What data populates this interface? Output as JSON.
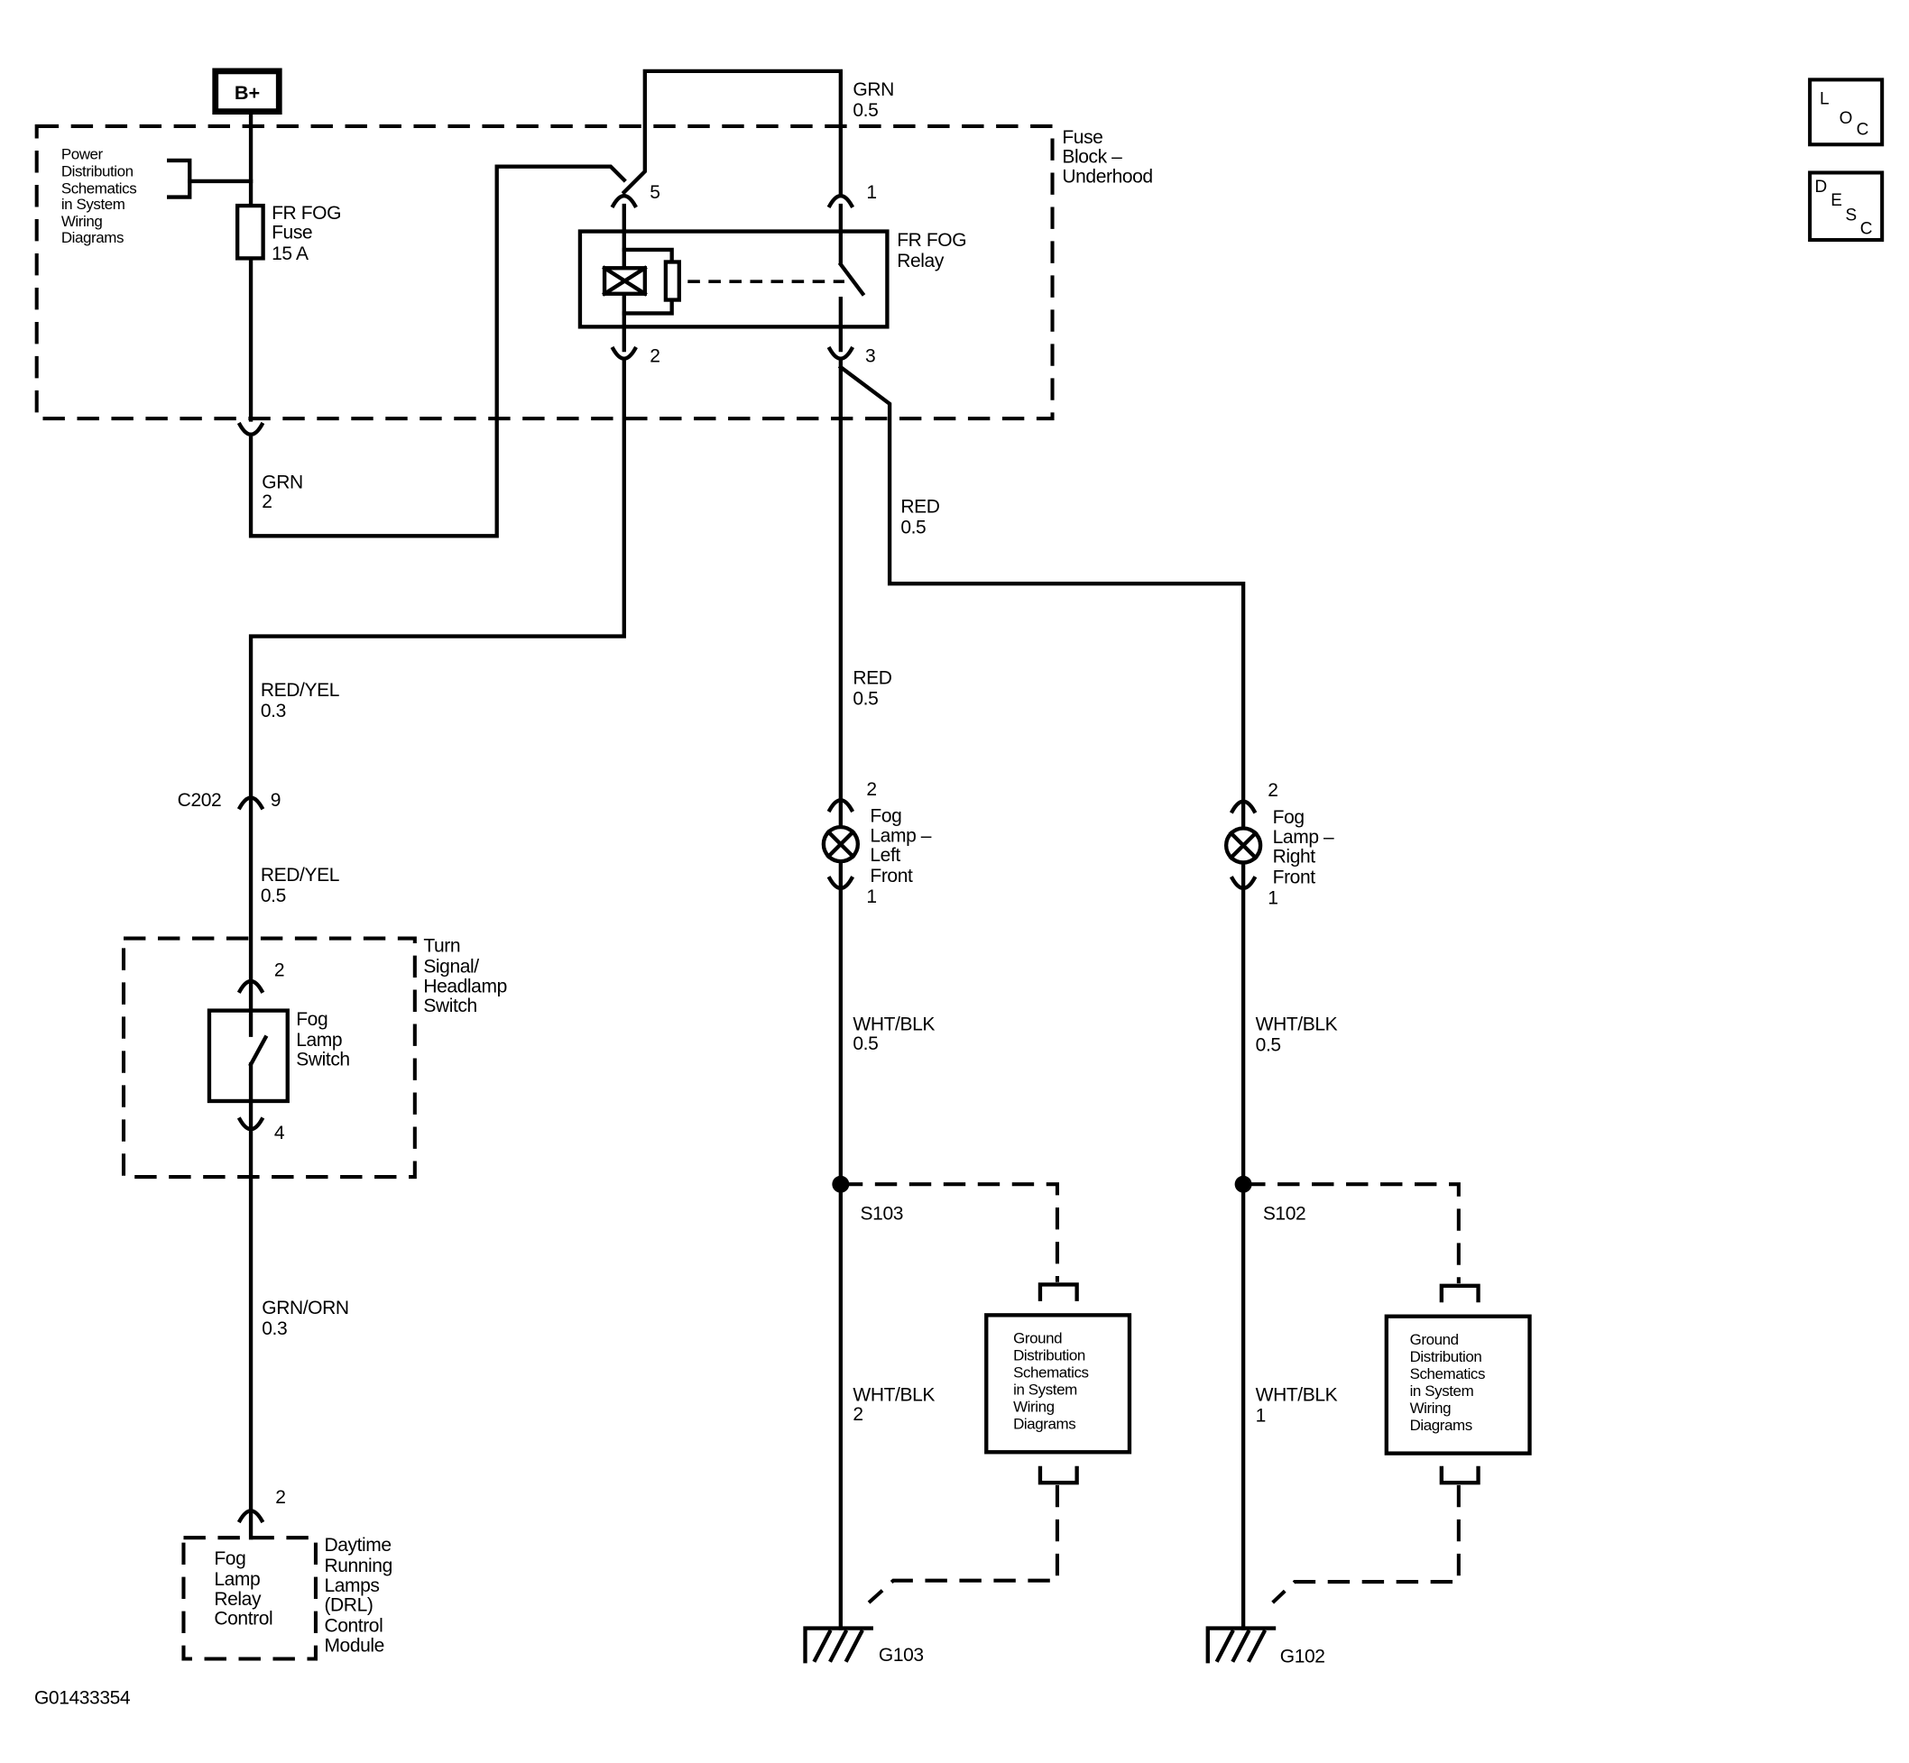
{
  "power_source": {
    "label": "B+"
  },
  "power_distribution_ref": {
    "lines": [
      "Power",
      "Distribution",
      "Schematics",
      "in System",
      "Wiring",
      "Diagrams"
    ]
  },
  "fuse": {
    "lines": [
      "FR FOG",
      "Fuse",
      "15 A"
    ]
  },
  "fuse_block": {
    "lines": [
      "Fuse",
      "Block –",
      "Underhood"
    ]
  },
  "relay": {
    "lines": [
      "FR FOG",
      "Relay"
    ],
    "pin_5": "5",
    "pin_1": "1",
    "pin_2": "2",
    "pin_3": "3"
  },
  "wires": {
    "relay_top_loop": {
      "color": "GRN",
      "size": "0.5"
    },
    "fuse_to_relay": {
      "color": "GRN",
      "size": "2"
    },
    "relay_to_c202": {
      "color": "RED/YEL",
      "size": "0.3"
    },
    "c202_to_switch": {
      "color": "RED/YEL",
      "size": "0.5"
    },
    "switch_to_drl": {
      "color": "GRN/ORN",
      "size": "0.3"
    },
    "relay_to_right_lamp": {
      "color": "RED",
      "size": "0.5"
    },
    "relay_to_left_lamp": {
      "color": "RED",
      "size": "0.5"
    },
    "left_lamp_to_splice": {
      "color": "WHT/BLK",
      "size": "0.5"
    },
    "right_lamp_to_splice": {
      "color": "WHT/BLK",
      "size": "0.5"
    },
    "left_splice_to_ground": {
      "color": "WHT/BLK",
      "size": "2"
    },
    "right_splice_to_ground": {
      "color": "WHT/BLK",
      "size": "1"
    }
  },
  "connector_c202": {
    "label": "C202",
    "pin": "9"
  },
  "headlamp_switch": {
    "lines": [
      "Turn",
      "Signal/",
      "Headlamp",
      "Switch"
    ],
    "pin_top": "2",
    "pin_bottom": "4",
    "fog_switch_lines": [
      "Fog",
      "Lamp",
      "Switch"
    ]
  },
  "drl_module": {
    "pin": "2",
    "inner_lines": [
      "Fog",
      "Lamp",
      "Relay",
      "Control"
    ],
    "lines": [
      "Daytime",
      "Running",
      "Lamps",
      "(DRL)",
      "Control",
      "Module"
    ]
  },
  "fog_lamp_left": {
    "pin_top": "2",
    "pin_bottom": "1",
    "lines": [
      "Fog",
      "Lamp –",
      "Left",
      "Front"
    ]
  },
  "fog_lamp_right": {
    "pin_top": "2",
    "pin_bottom": "1",
    "lines": [
      "Fog",
      "Lamp –",
      "Right",
      "Front"
    ]
  },
  "splices": {
    "left": "S103",
    "right": "S102"
  },
  "ground_distribution_left": {
    "lines": [
      "Ground",
      "Distribution",
      "Schematics",
      "in System",
      "Wiring",
      "Diagrams"
    ]
  },
  "ground_distribution_right": {
    "lines": [
      "Ground",
      "Distribution",
      "Schematics",
      "in System",
      "Wiring",
      "Diagrams"
    ]
  },
  "grounds": {
    "left": "G103",
    "right": "G102"
  },
  "loc_button": {
    "letters": [
      "L",
      "O",
      "C"
    ]
  },
  "desc_button": {
    "letters": [
      "D",
      "E",
      "S",
      "C"
    ]
  },
  "figure_id": "G01433354"
}
